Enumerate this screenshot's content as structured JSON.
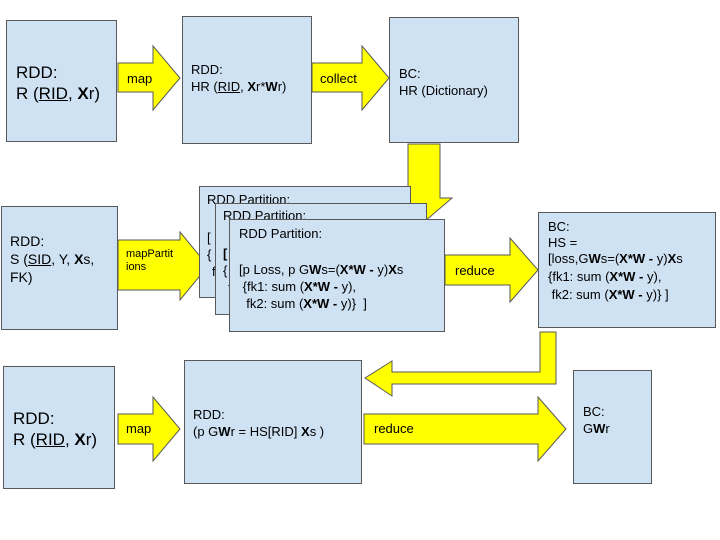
{
  "row1": {
    "box1": {
      "l1": "RDD:",
      "l2_pre": "R (",
      "l2_rid": "RID",
      "l2_mid": ", ",
      "l2_x": "X",
      "l2_post": "r)"
    },
    "arrow1": "map",
    "box2": {
      "l1": "RDD:",
      "l2_pre": "HR (",
      "l2_rid": "RID",
      "l2_mid": ", ",
      "l2_x": "X",
      "l2_r": "r*",
      "l2_w": "W",
      "l2_post": "r)"
    },
    "arrow2": "collect",
    "box3": {
      "l1": "BC:",
      "l2": "HR (Dictionary)"
    }
  },
  "row2": {
    "box1": {
      "l1": "RDD:",
      "l2_pre": "S (",
      "l2_sid": "SID",
      "l2_mid": ", Y, ",
      "l2_x": "X",
      "l2_post": "s,",
      "l3": "FK)"
    },
    "arrow1": "mapPartitions",
    "arrow1_a": "mapPartit",
    "arrow1_b": "ions",
    "stack_back_title": "RDD Partition:",
    "stack_mid_title": "RDD Partition:",
    "front": {
      "title": "RDD Partition:",
      "l1_a": "[p Loss, p G",
      "l1_w": "W",
      "l1_b": "s=(",
      "l1_xw": "X*W -",
      "l1_c": " y)",
      "l1_x": "X",
      "l1_d": "s",
      "l2_a": " {fk1: sum (",
      "l2_b": "X*W -",
      "l2_c": " y),",
      "l3_a": "  fk2: sum (",
      "l3_b": "X*W -",
      "l3_c": " y)}  ]"
    },
    "arrow2": "reduce",
    "box_hs": {
      "l1": "BC:",
      "l2": "HS =",
      "l3_a": "[loss,G",
      "l3_w": "W",
      "l3_b": "s=(",
      "l3_xw": "X*W -",
      "l3_c": " y)",
      "l3_x": "X",
      "l3_d": "s",
      "l4_a": "{fk1: sum (",
      "l4_b": "X*W -",
      "l4_c": " y),",
      "l5_a": " fk2: sum (",
      "l5_b": "X*W -",
      "l5_c": " y)} ]"
    }
  },
  "row3": {
    "box1": {
      "l1": "RDD:",
      "l2_pre": "R (",
      "l2_rid": "RID",
      "l2_mid": ", ",
      "l2_x": "X",
      "l2_post": "r)"
    },
    "arrow1": "map",
    "box2": {
      "l1": "RDD:",
      "l2_a": "(p G",
      "l2_w": "W",
      "l2_b": "r = HS[RID] ",
      "l2_x": "X",
      "l2_c": "s )"
    },
    "arrow2": "reduce",
    "box3": {
      "l1": "BC:",
      "l2_a": "G",
      "l2_w": "W",
      "l2_b": "r"
    }
  },
  "colors": {
    "box_fill": "#cfe2f3",
    "box_border": "#595959",
    "arrow_fill": "#ffff00",
    "arrow_border": "#595959"
  }
}
